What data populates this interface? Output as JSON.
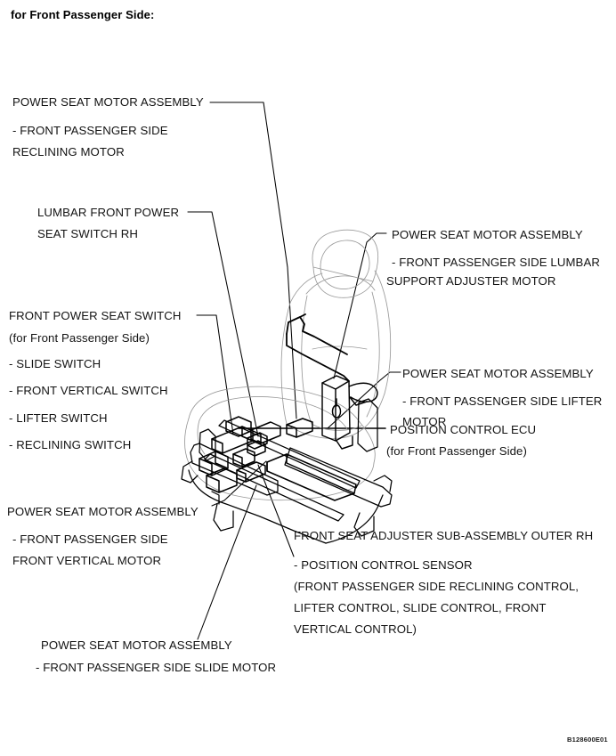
{
  "document": {
    "heading": "for Front Passenger Side:",
    "figure_code": "B128600E01"
  },
  "callouts": {
    "reclining_motor": {
      "line1": "POWER SEAT MOTOR ASSEMBLY",
      "line2": "- FRONT PASSENGER SIDE",
      "line3": "RECLINING MOTOR"
    },
    "lumbar_switch": {
      "line1": "LUMBAR FRONT POWER",
      "line2": "SEAT SWITCH RH"
    },
    "front_power_seat_switch": {
      "line1": "FRONT POWER SEAT SWITCH",
      "line2": "(for Front Passenger Side)",
      "item1": "- SLIDE SWITCH",
      "item2": "- FRONT VERTICAL SWITCH",
      "item3": "- LIFTER SWITCH",
      "item4": "- RECLINING SWITCH"
    },
    "front_vertical_motor": {
      "line1": "POWER SEAT MOTOR ASSEMBLY",
      "line2": "- FRONT PASSENGER SIDE",
      "line3": "FRONT VERTICAL MOTOR"
    },
    "slide_motor": {
      "line1": "POWER SEAT MOTOR ASSEMBLY",
      "line2": "- FRONT PASSENGER SIDE SLIDE MOTOR"
    },
    "lumbar_support_motor": {
      "line1": "POWER SEAT MOTOR ASSEMBLY",
      "line2": "- FRONT PASSENGER SIDE LUMBAR",
      "line3": "SUPPORT ADJUSTER MOTOR"
    },
    "lifter_motor": {
      "line1": "POWER SEAT MOTOR ASSEMBLY",
      "line2": "- FRONT PASSENGER SIDE LIFTER",
      "line3": "MOTOR"
    },
    "position_control_ecu": {
      "line1": "POSITION CONTROL ECU",
      "line2": "(for Front Passenger Side)"
    },
    "seat_adjuster": {
      "line1": "FRONT SEAT ADJUSTER SUB-ASSEMBLY OUTER RH",
      "line2": "- POSITION CONTROL SENSOR",
      "line3": "(FRONT PASSENGER SIDE RECLINING CONTROL,",
      "line4": "LIFTER CONTROL, SLIDE CONTROL, FRONT",
      "line5": "VERTICAL CONTROL)"
    }
  },
  "colors": {
    "ink": "#000000",
    "light_ink": "#8a8a8a",
    "background": "#ffffff"
  }
}
